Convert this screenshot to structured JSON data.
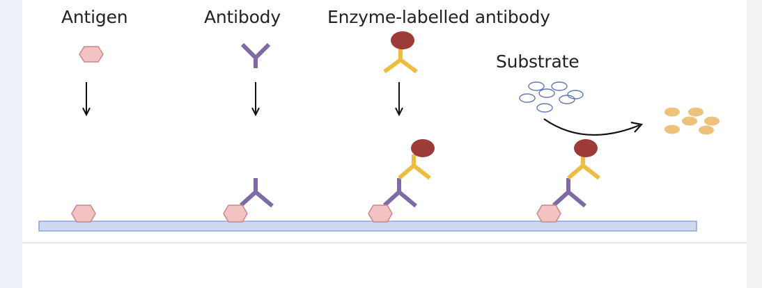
{
  "labels": {
    "antigen": "Antigen",
    "antibody": "Antibody",
    "enzyme_labelled_antibody": "Enzyme-labelled antibody",
    "substrate": "Substrate"
  },
  "colors": {
    "antigen_fill": "#f3c2c2",
    "antigen_stroke": "#c98686",
    "antibody": "#7e6aa4",
    "labelled_antibody": "#edbd3f",
    "enzyme": "#9c3b37",
    "substrate_stroke": "#5f78b3",
    "product": "#ecc27c",
    "plate_fill": "#cdd9f3",
    "plate_stroke": "#8fa5d6",
    "arrow": "#111111"
  },
  "icons": [
    "antigen-icon",
    "antibody-icon",
    "enzyme-labelled-antibody-icon",
    "substrate-icon",
    "product-icon",
    "down-arrow-icon",
    "curved-arrow-icon"
  ]
}
